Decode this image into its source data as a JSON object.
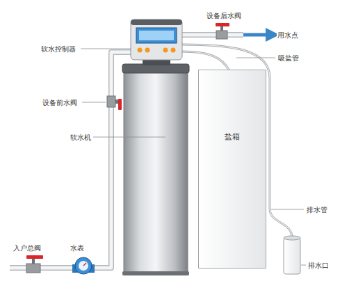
{
  "diagram": {
    "nodes": [
      {
        "text": [
          "盐箱"
        ]
      }
    ],
    "labels": [
      "设备后水阀",
      "用水点",
      "软水控制器",
      "吸盐管",
      "设备前水阀",
      "软水机",
      "排水管",
      "入户总阀",
      "水表",
      "排水口"
    ]
  }
}
